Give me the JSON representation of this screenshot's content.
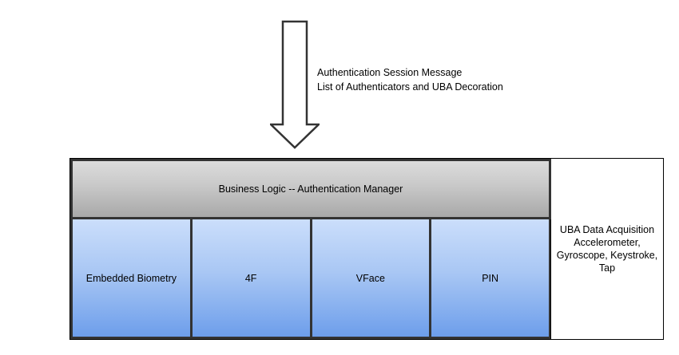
{
  "diagram": {
    "flow_message": {
      "icon": "down-arrow-icon",
      "lines": [
        "Authentication Session Message",
        "List of Authenticators and UBA Decoration"
      ]
    },
    "architecture": {
      "business_logic": {
        "label": "Business Logic -- Authentication Manager"
      },
      "authenticators": [
        {
          "label": "Embedded Biometry"
        },
        {
          "label": "4F"
        },
        {
          "label": "VFace"
        },
        {
          "label": "PIN"
        }
      ],
      "uba_panel": {
        "lines": [
          "UBA Data Acquisition",
          "Accelerometer,",
          "Gyroscope, Keystroke,",
          "Tap"
        ]
      }
    },
    "colors": {
      "outline": "#000000",
      "cell_border": "#333333",
      "header_gradient_top": "#dcdcdc",
      "header_gradient_bottom": "#a8a8a8",
      "authenticator_gradient_top": "#cbdefb",
      "authenticator_gradient_bottom": "#6d9eeb",
      "panel_background": "#ffffff",
      "text": "#000000"
    }
  }
}
